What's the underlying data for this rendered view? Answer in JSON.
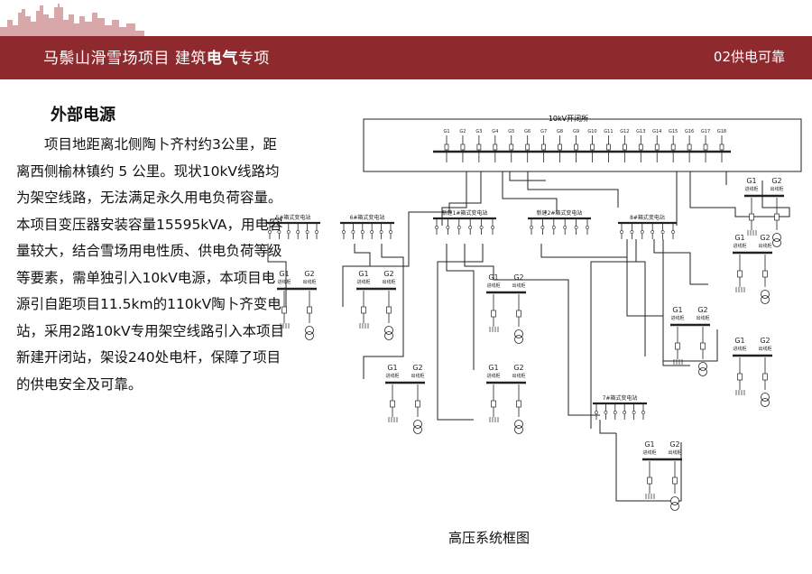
{
  "header": {
    "title_prefix": "马鬃山滑雪场项目 建筑",
    "title_bold": "电气",
    "title_suffix": "专项",
    "page_label": "02供电可靠"
  },
  "section": {
    "title": "外部电源",
    "paragraph": "项目地距离北侧陶卜齐村约3公里，距离西侧榆林镇约 5 公里。现状10kV线路均为架空线路，无法满足永久用电负荷容量。本项目变压器安装容量15595kVA，用电容量较大，结合雪场用电性质、供电负荷等级等要素，需单独引入10kV电源，本项目电源引自距项目11.5km的110kV陶卜齐变电站，采用2路10kV专用架空线路引入本项目新建开闭站，架设240处电杆，保障了项目的供电安全及可靠。"
  },
  "diagram": {
    "main_label": "10kV开闭所",
    "feeders": [
      "G1",
      "G2",
      "G3",
      "G4",
      "G5",
      "G6",
      "G7",
      "G8",
      "G9",
      "G10",
      "G11",
      "G12",
      "G13",
      "G14",
      "G15",
      "G16",
      "G17",
      "G18"
    ],
    "boxes": [
      {
        "title": "5#箱式变电站"
      },
      {
        "title": "6#箱式变电站"
      },
      {
        "title": "新建1#箱式变电站"
      },
      {
        "title": "新建2#箱式变电站"
      },
      {
        "title": "8#箱式变电站"
      },
      {
        "title": "7#箱式变电站"
      }
    ],
    "unit_labels": {
      "g1": "G1",
      "g2": "G2",
      "in": "进线柜",
      "out": "出线柜"
    }
  },
  "caption": "高压系统框图"
}
